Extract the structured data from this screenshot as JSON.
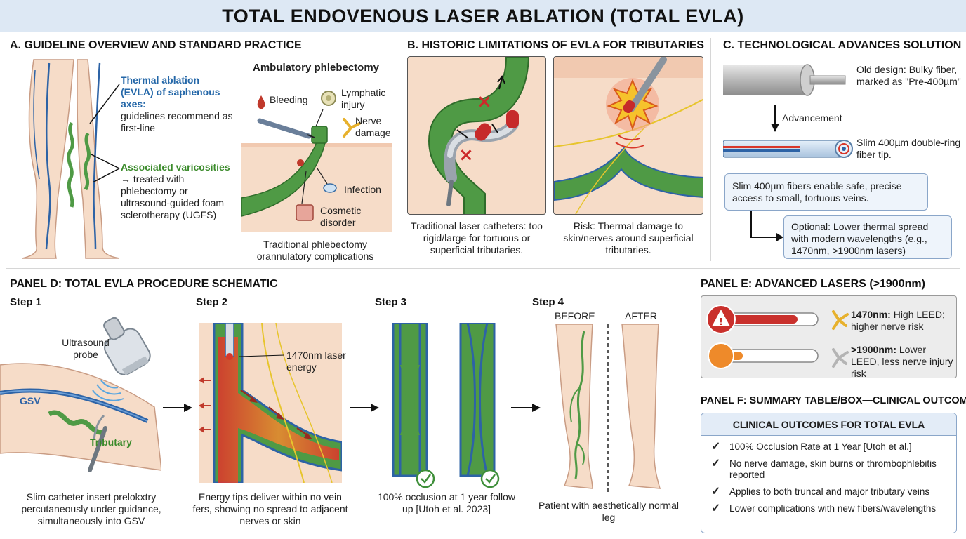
{
  "title": "TOTAL ENDOVENOUS LASER ABLATION (TOTAL EVLA)",
  "panel_a": {
    "heading": "A. GUIDELINE OVERVIEW AND STANDARD PRACTICE",
    "thermal_title": "Thermal ablation (EVLA) of saphenous axes:",
    "thermal_text": "guidelines recommend as first-line",
    "varicose_title": "Associated varicosities",
    "varicose_text": "→ treated with phlebectomy or ultrasound-guided foam sclerotherapy (UGFS)",
    "phleb_title": "Ambulatory phlebectomy",
    "complications": {
      "bleeding": "Bleeding",
      "lymphatic": "Lymphatic injury",
      "nerve": "Nerve damage",
      "infection": "Infection",
      "cosmetic": "Cosmetic disorder"
    },
    "caption": "Traditional phlebectomy orannulatory complications"
  },
  "panel_b": {
    "heading": "B. HISTORIC LIMITATIONS OF EVLA FOR TRIBUTARIES",
    "caption_left": "Traditional laser catheters: too rigid/large for tortuous or superficial tributaries.",
    "caption_right": "Risk: Thermal damage to skin/nerves around superficial tributaries."
  },
  "panel_c": {
    "heading": "C. TECHNOLOGICAL ADVANCES SOLUTION",
    "old_design": "Old design: Bulky fiber, marked as \"Pre-400µm\"",
    "advancement": "Advancement",
    "slim_tip": "Slim 400µm double-ring fiber tip.",
    "box1": "Slim 400µm fibers enable safe, precise access to small, tortuous veins.",
    "box2": "Optional: Lower thermal spread with modern wavelengths (e.g., 1470nm, >1900nm lasers)"
  },
  "panel_d": {
    "heading": "PANEL D: TOTAL EVLA PROCEDURE SCHEMATIC",
    "step1": {
      "title": "Step 1",
      "probe": "Ultrasound probe",
      "gsv": "GSV",
      "tributary": "Tributary",
      "caption": "Slim catheter insert prelokxtry percutaneously under guidance, simultaneously into GSV"
    },
    "step2": {
      "title": "Step 2",
      "laser": "1470nm laser energy",
      "caption": "Energy tips deliver within no vein fers, showing no spread to adjacent nerves or skin"
    },
    "step3": {
      "title": "Step 3",
      "caption": "100% occlusion at 1 year follow up [Utoh et al. 2023]"
    },
    "step4": {
      "title": "Step 4",
      "before": "BEFORE",
      "after": "AFTER",
      "caption": "Patient with aesthetically normal leg"
    }
  },
  "panel_e": {
    "heading": "PANEL E: ADVANCED LASERS (>1900nm)",
    "row1_bold": "1470nm:",
    "row1_text": "High LEED; higher nerve risk",
    "row2_bold": ">1900nm:",
    "row2_text": "Lower LEED, less nerve injury risk",
    "row1_level": 0.82,
    "row2_level": 0.22
  },
  "panel_f": {
    "heading": "PANEL F: SUMMARY TABLE/BOX—CLINICAL OUTCOMES",
    "box_title": "CLINICAL OUTCOMES FOR TOTAL EVLA",
    "outcomes": [
      "100% Occlusion Rate at 1 Year [Utoh et al.]",
      "No nerve damage, skin burns or thrombophlebitis reported",
      "Applies to both truncal and major tributary veins",
      "Lower complications with new fibers/wavelengths"
    ]
  },
  "colors": {
    "vein_green": "#4f9a45",
    "vein_blue": "#2d63a6",
    "skin": "#f6dcc8",
    "laser_red": "#d8372a",
    "panel_border": "#8aa6c9"
  }
}
